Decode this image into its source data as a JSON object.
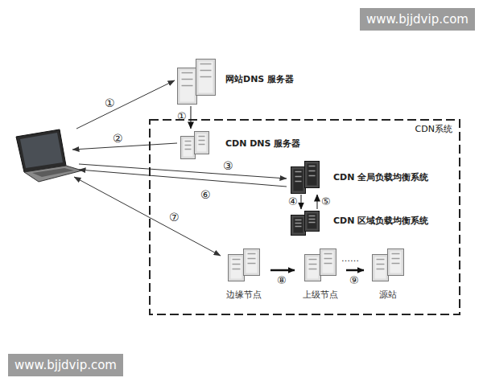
{
  "diagram": {
    "nodes": [
      {
        "text": [
          "网站DNS 服务器"
        ]
      },
      {
        "text": [
          "CDN系统"
        ]
      },
      {
        "text": [
          "CDN DNS 服务器"
        ],
        "in": 1
      },
      {
        "text": [
          "CDN 全局负载均衡系统"
        ],
        "in": 1
      },
      {
        "text": [
          "CDN 区域负载均衡系统"
        ],
        "in": 1
      },
      {
        "text": [
          "边缘节点"
        ],
        "in": 1
      },
      {
        "text": [
          "上级节点"
        ],
        "in": 1
      },
      {
        "text": [
          "源站"
        ],
        "in": 1
      }
    ],
    "edges": [
      {
        "from": 0,
        "to": 2,
        "arrow": "to",
        "label": "①"
      },
      {
        "from": 3,
        "to": 4,
        "arrow": "to",
        "label": "④"
      },
      {
        "from": 4,
        "to": 3,
        "arrow": "to",
        "label": "⑤"
      },
      {
        "from": 5,
        "to": 6,
        "arrow": "to",
        "label": "⑧"
      },
      {
        "from": 6,
        "to": 7,
        "arrow": "to",
        "label": "⑨"
      }
    ],
    "labels": [
      "①",
      "②",
      "③",
      "⑥",
      "⑦",
      "……",
      "www.bjjdvip.com",
      "www.bjjdvip.com"
    ]
  }
}
